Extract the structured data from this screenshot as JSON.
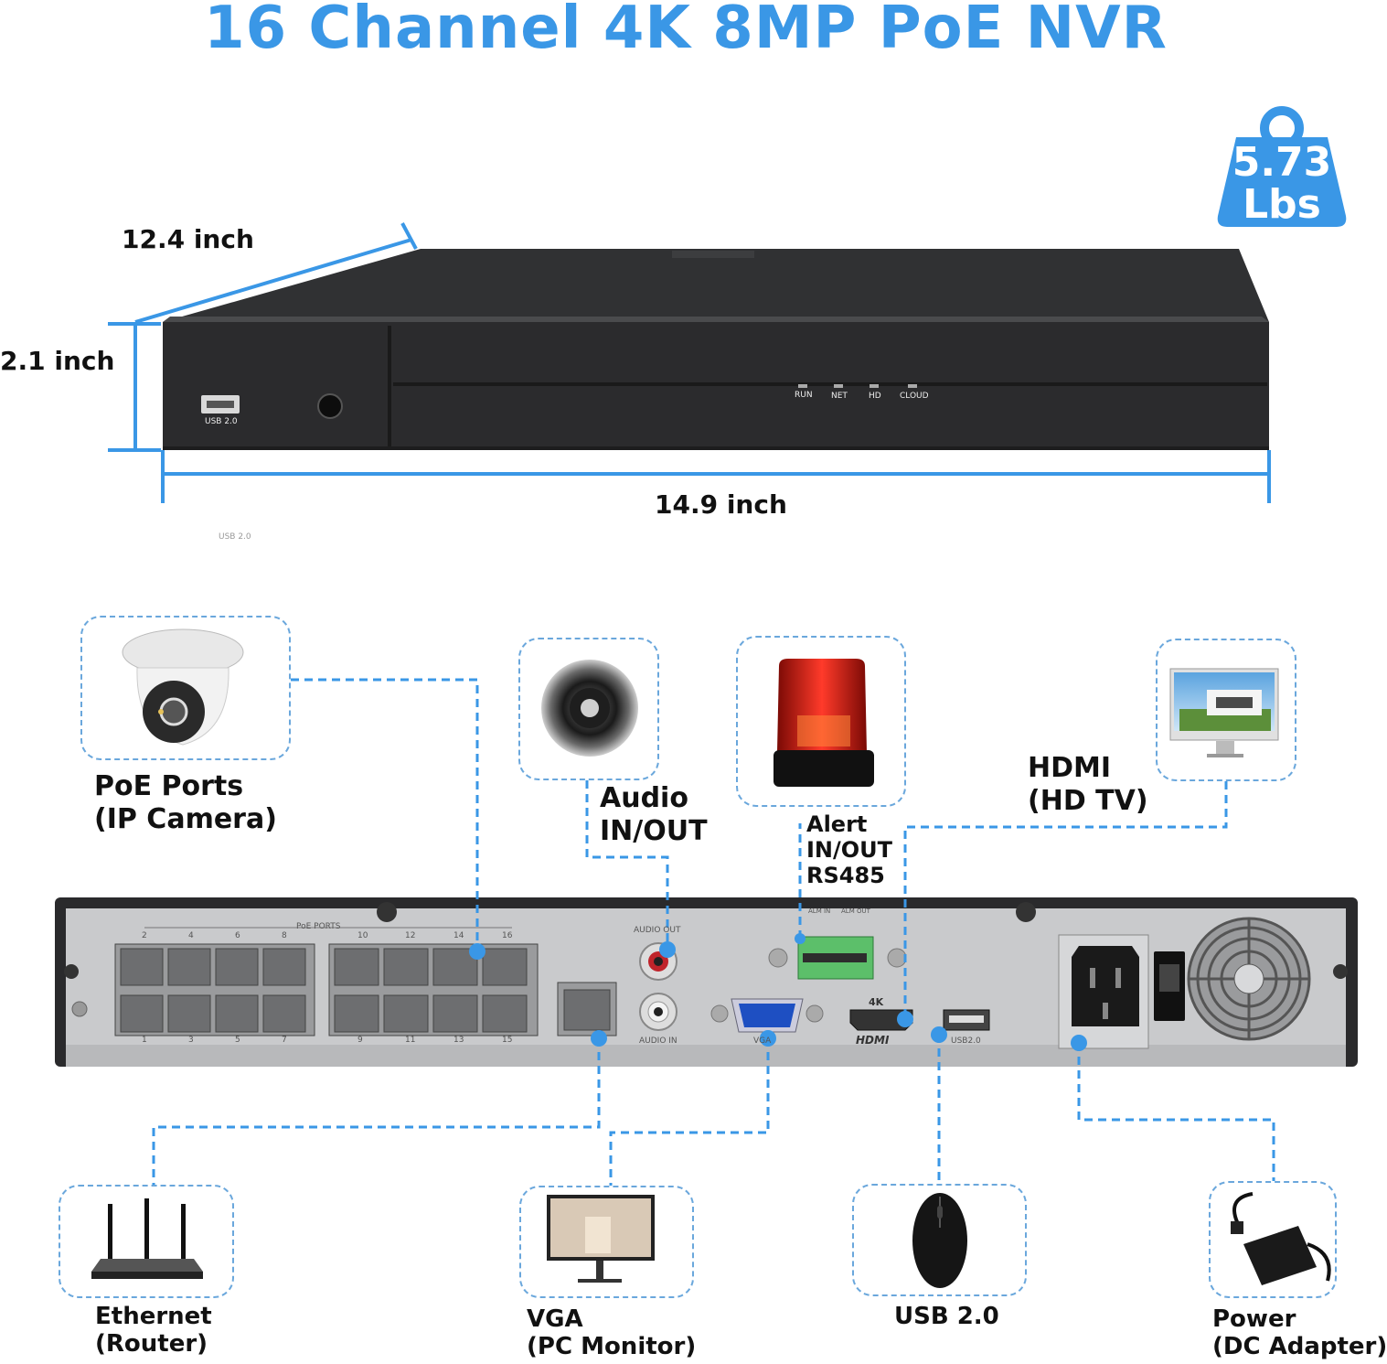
{
  "title": "16 Channel 4K 8MP PoE NVR",
  "weight": {
    "value": "5.73",
    "unit": "Lbs"
  },
  "dimensions": {
    "depth": "12.4 inch",
    "height": "2.1 inch",
    "width": "14.9 inch"
  },
  "front_panel": {
    "usb_label": "USB 2.0",
    "leds": [
      "RUN",
      "NET",
      "HD",
      "CLOUD"
    ],
    "stray_usb_label": "USB 2.0"
  },
  "rear_panel": {
    "poe_ports_label": "PoE PORTS",
    "poe_top_numbers": [
      "2",
      "4",
      "6",
      "8",
      "10",
      "12",
      "14",
      "16"
    ],
    "poe_bottom_numbers": [
      "1",
      "3",
      "5",
      "7",
      "9",
      "11",
      "13",
      "15"
    ],
    "audio_out": "AUDIO OUT",
    "audio_in": "AUDIO IN",
    "alarm_in": "ALM IN",
    "alarm_out": "ALM OUT",
    "hdmi_4k": "4K",
    "hdmi": "HDMI",
    "usb": "USB2.0",
    "vga": "VGA"
  },
  "callouts": {
    "poe": [
      "PoE Ports",
      "(IP Camera)"
    ],
    "audio": [
      "Audio",
      "IN/OUT"
    ],
    "alert": [
      "Alert",
      "IN/OUT",
      "RS485"
    ],
    "hdmi": [
      "HDMI",
      "(HD TV)"
    ],
    "ethernet": [
      "Ethernet",
      "(Router)"
    ],
    "vga": [
      "VGA",
      "(PC Monitor)"
    ],
    "usb": [
      "USB 2.0"
    ],
    "power": [
      "Power",
      "(DC Adapter)"
    ]
  },
  "colors": {
    "accent": "#3a97e6",
    "dash": "#6aa7dc",
    "device": "#2b2b2d",
    "panel": "#c8c9cb"
  }
}
